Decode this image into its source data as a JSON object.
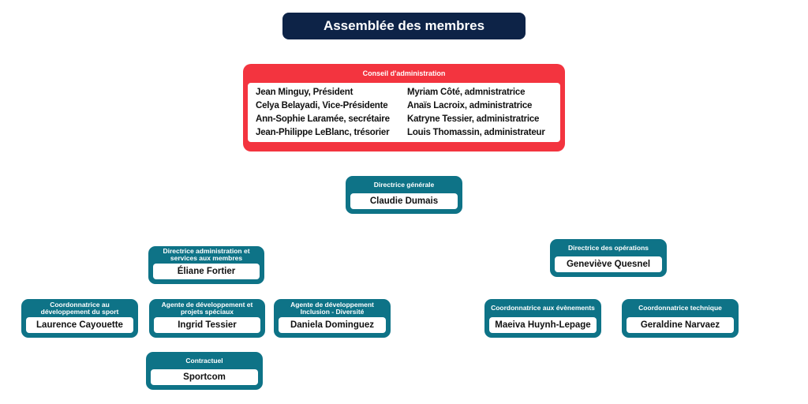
{
  "title": "Assemblée des membres",
  "board": {
    "heading": "Conseil d'administration",
    "left": [
      "Jean Minguy, Président",
      "Celya Belayadi, Vice-Présidente",
      "Ann-Sophie Laramée, secrétaire",
      "Jean-Philippe LeBlanc, trésorier"
    ],
    "right": [
      "Myriam Côté, admnistratrice",
      "Anaïs Lacroix, administratrice",
      "Katryne Tessier, administratrice",
      "Louis Thomassin, administrateur"
    ]
  },
  "nodes": {
    "dg": {
      "role": "Directrice générale",
      "name": "Claudie Dumais"
    },
    "admin": {
      "role": "Directrice administration et services aux membres",
      "name": "Éliane Fortier"
    },
    "ops": {
      "role": "Directrice des opérations",
      "name": "Geneviève Quesnel"
    },
    "sport": {
      "role": "Coordonnatrice au développement du sport",
      "name": "Laurence Cayouette"
    },
    "projets": {
      "role": "Agente de développement et projets spéciaux",
      "name": "Ingrid Tessier"
    },
    "inclusion": {
      "role": "Agente de développement Inclusion - Diversité",
      "name": "Daniela Dominguez"
    },
    "contract": {
      "role": "Contractuel",
      "name": "Sportcom"
    },
    "events": {
      "role": "Coordonnatrice aux évènements",
      "name": "Maeiva Huynh-Lepage"
    },
    "tech": {
      "role": "Coordonnatrice technique",
      "name": "Geraldine Narvaez"
    }
  }
}
